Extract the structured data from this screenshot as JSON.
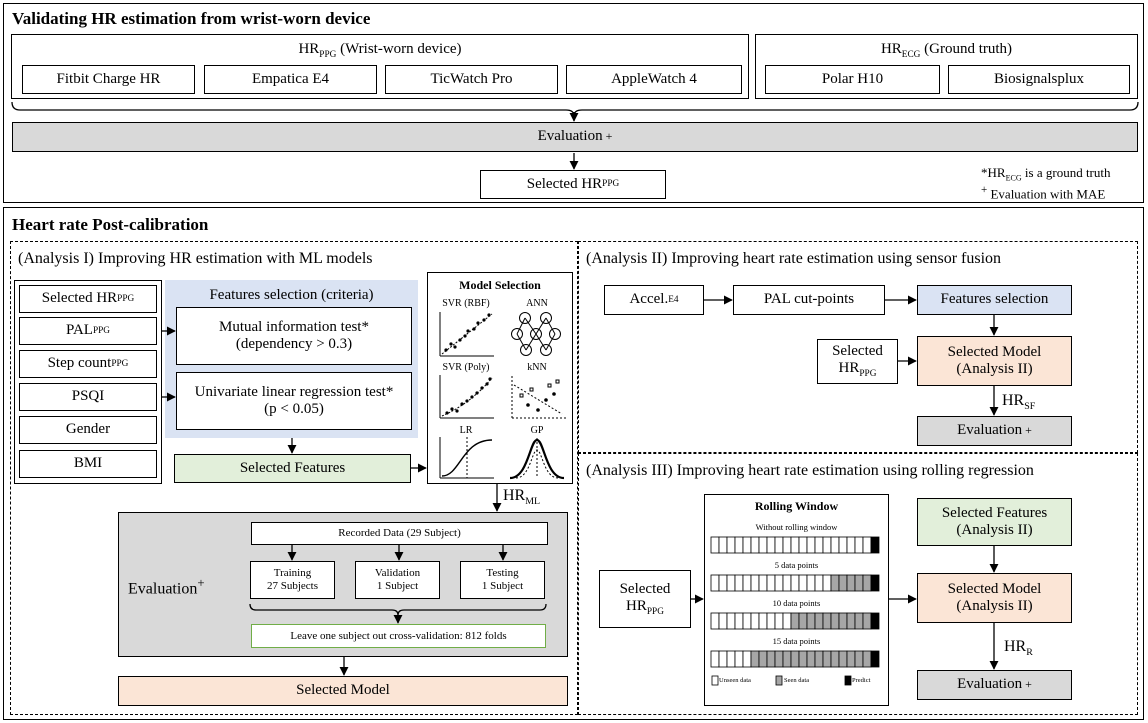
{
  "section1": {
    "title": "Validating HR estimation from wrist-worn device",
    "ppg_group": {
      "label_main": "HR",
      "label_sub": "PPG",
      "label_rest": " (Wrist-worn device)"
    },
    "ppg_devices": [
      "Fitbit Charge HR",
      "Empatica E4",
      "TicWatch Pro",
      "AppleWatch 4"
    ],
    "ecg_group": {
      "label_main": "HR",
      "label_sub": "ECG",
      "label_rest": " (Ground truth)"
    },
    "ecg_devices": [
      "Polar H10",
      "Biosignalsplux"
    ],
    "evaluation": "Evaluation",
    "selected": {
      "main": "Selected HR",
      "sub": "PPG"
    },
    "note1": {
      "prefix": "*HR",
      "sub": "ECG",
      "rest": " is a ground truth"
    },
    "note2": "Evaluation with MAE"
  },
  "section2": {
    "title": "Heart rate Post-calibration",
    "analysis1": {
      "title": "(Analysis I) Improving HR estimation with ML models",
      "inputs": [
        {
          "main": "Selected HR",
          "sub": "PPG"
        },
        {
          "main": "PAL",
          "sub": "PPG"
        },
        {
          "main": "Step count",
          "sub": "PPG"
        },
        {
          "main": "PSQI",
          "sub": ""
        },
        {
          "main": "Gender",
          "sub": ""
        },
        {
          "main": "BMI",
          "sub": ""
        }
      ],
      "features_title": "Features selection (criteria)",
      "test1_line1": "Mutual information test*",
      "test1_line2": "(dependency > 0.3)",
      "test2_line1": "Univariate linear regression test*",
      "test2_line2": "(p < 0.05)",
      "selected_features": "Selected Features",
      "model_selection": {
        "title": "Model Selection",
        "models": [
          "SVR (RBF)",
          "ANN",
          "SVR (Poly)",
          "kNN",
          "LR",
          "GP"
        ]
      },
      "hr_ml": {
        "main": "HR",
        "sub": "ML"
      },
      "eval_label": "Evaluation",
      "recorded": "Recorded Data (29 Subject)",
      "training": [
        "Training",
        "27 Subjects"
      ],
      "validation": [
        "Validation",
        "1 Subject"
      ],
      "testing": [
        "Testing",
        "1 Subject"
      ],
      "loocv": "Leave one subject out cross-validation: 812 folds",
      "selected_model": "Selected Model"
    },
    "analysis2": {
      "title": "(Analysis II) Improving heart rate estimation using sensor fusion",
      "accel": {
        "main": "Accel.",
        "sub": "E4"
      },
      "pal": "PAL cut-points",
      "features": "Features selection",
      "selected_hr": {
        "line1": "Selected",
        "main": "HR",
        "sub": "PPG"
      },
      "selected_model": [
        "Selected Model",
        "(Analysis II)"
      ],
      "hr_sf": {
        "main": "HR",
        "sub": "SF"
      },
      "evaluation": "Evaluation"
    },
    "analysis3": {
      "title": "(Analysis III) Improving heart rate estimation using rolling regression",
      "selected_hr": {
        "line1": "Selected",
        "main": "HR",
        "sub": "PPG"
      },
      "rolling": {
        "title": "Rolling Window",
        "rows": [
          {
            "label": "Without rolling window",
            "seen": 0
          },
          {
            "label": "5 data points",
            "seen": 5
          },
          {
            "label": "10 data points",
            "seen": 10
          },
          {
            "label": "15 data points",
            "seen": 15
          }
        ],
        "legend": [
          "Unseen data",
          "Seen data",
          "Predict"
        ]
      },
      "selected_features": [
        "Selected Features",
        "(Analysis II)"
      ],
      "selected_model": [
        "Selected Model",
        "(Analysis II)"
      ],
      "hr_r": {
        "main": "HR",
        "sub": "R"
      },
      "evaluation": "Evaluation"
    },
    "plus": "+"
  }
}
